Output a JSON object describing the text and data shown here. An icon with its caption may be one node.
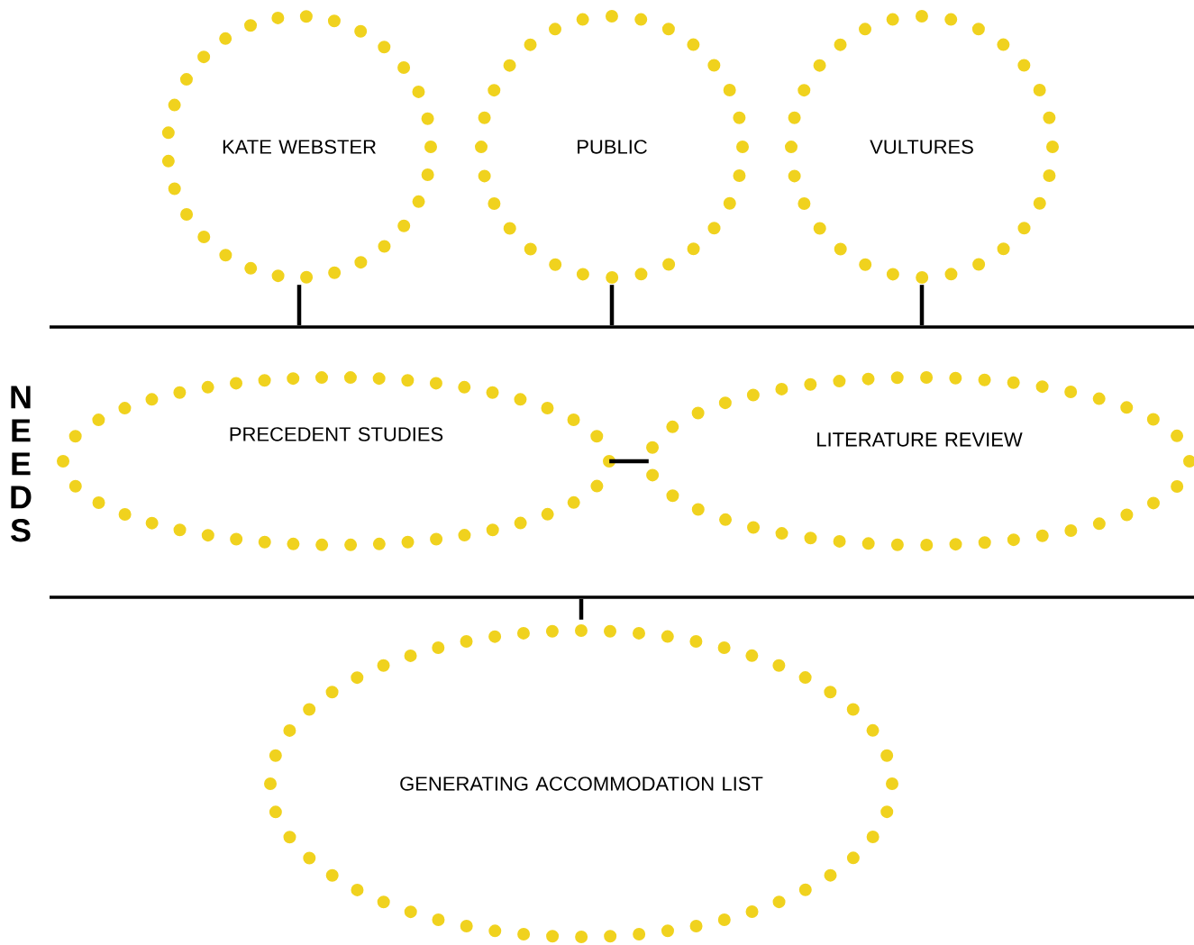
{
  "diagram": {
    "nodes": [
      {
        "text": [
          "KATE WEBSTER"
        ]
      },
      {
        "text": [
          "PUBLIC"
        ]
      },
      {
        "text": [
          "VULTURES"
        ]
      },
      {
        "text": [
          "PRECEDENT STUDIES"
        ]
      },
      {
        "text": [
          "LITERATURE REVIEW"
        ]
      },
      {
        "text": [
          "GENERATING ACCOMMODATION LIST"
        ]
      },
      {
        "text": [],
        "shape": "bar"
      },
      {
        "text": [],
        "shape": "bar"
      }
    ],
    "edges": [
      {
        "from": 0,
        "to": 6,
        "arrow": "none"
      },
      {
        "from": 1,
        "to": 6,
        "arrow": "none"
      },
      {
        "from": 2,
        "to": 6,
        "arrow": "none"
      },
      {
        "from": 3,
        "to": 4,
        "arrow": "none"
      },
      {
        "from": 7,
        "to": 5,
        "arrow": "none"
      }
    ],
    "labels": [
      "NEEDS"
    ]
  }
}
